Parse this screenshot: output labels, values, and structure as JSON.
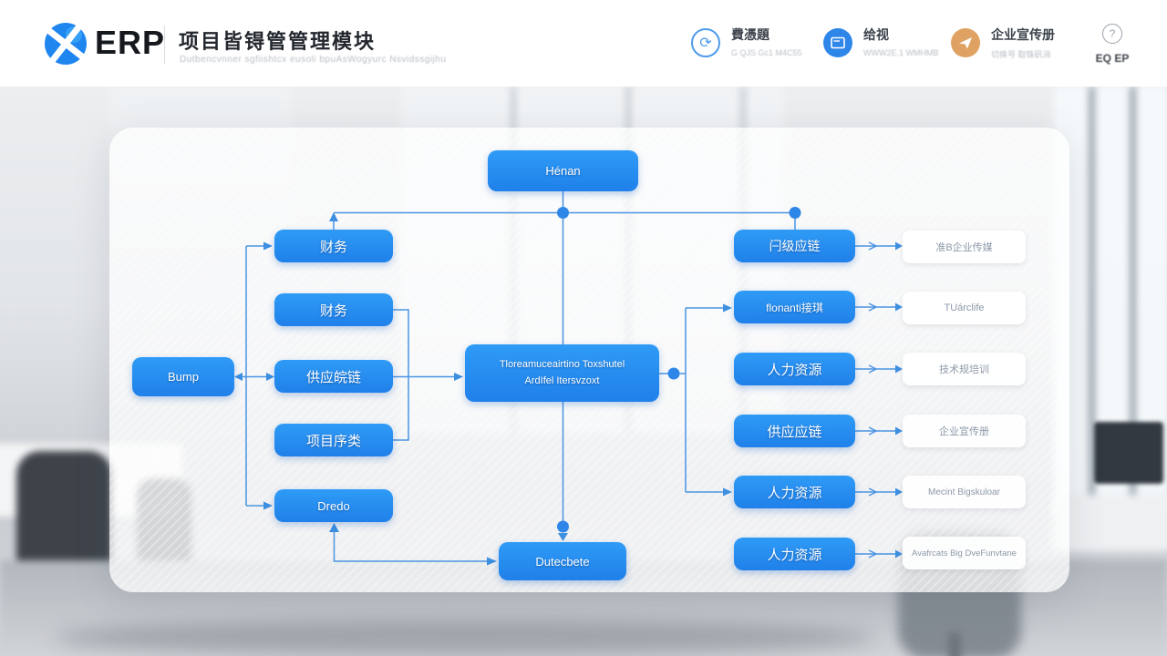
{
  "header": {
    "logo_text": "ERP",
    "title": "项目皆锝管管理模块",
    "subtitle": "Dutbencvnner sgfiishtcx eusoli bpuAsWogyurc Nsvidssgijhu",
    "nav": [
      {
        "label": "費憑題",
        "sub": "G QJS Gc1 M4C55",
        "icon": "refresh-icon"
      },
      {
        "label": "给视",
        "sub": "WWW2E.1 WMHMB",
        "icon": "document-icon"
      },
      {
        "label": "企业宣传册",
        "sub": "切换号 取铢矾消",
        "icon": "send-icon"
      },
      {
        "label": "EQ EP",
        "icon": "help-icon"
      }
    ],
    "icon_glyphs": {
      "refresh": "⟳",
      "document": "▭",
      "send": "✈",
      "help": "?"
    }
  },
  "diagram": {
    "top_node": "Hénan",
    "left_node": "Bump",
    "col2": [
      "财务",
      "财务",
      "供应皖链",
      "项目序类",
      "Dredo"
    ],
    "center_node": {
      "line1": "Tloreamuceairtino Toxshutel",
      "line2": "ArdIfel Itersvzoxt"
    },
    "bottom_node": "Dutecbete",
    "col4": [
      "闩级应链",
      "flonanti接琪",
      "人力资源",
      "供应应链",
      "人力资源",
      "人力资源"
    ],
    "col5": [
      "准B企业传媒",
      "TUárclife",
      "技术规培训",
      "企业宣传册",
      "Mecint Bigskuloar",
      "Avafrcats Big DveFunvtane"
    ]
  },
  "colors": {
    "accent_blue": "#1f86ef",
    "node_blue_top": "#2f9bf6",
    "node_blue_bottom": "#1f80e9",
    "orange": "#dfa263",
    "connector": "#4a94e2",
    "header_bg": "#ffffff"
  }
}
